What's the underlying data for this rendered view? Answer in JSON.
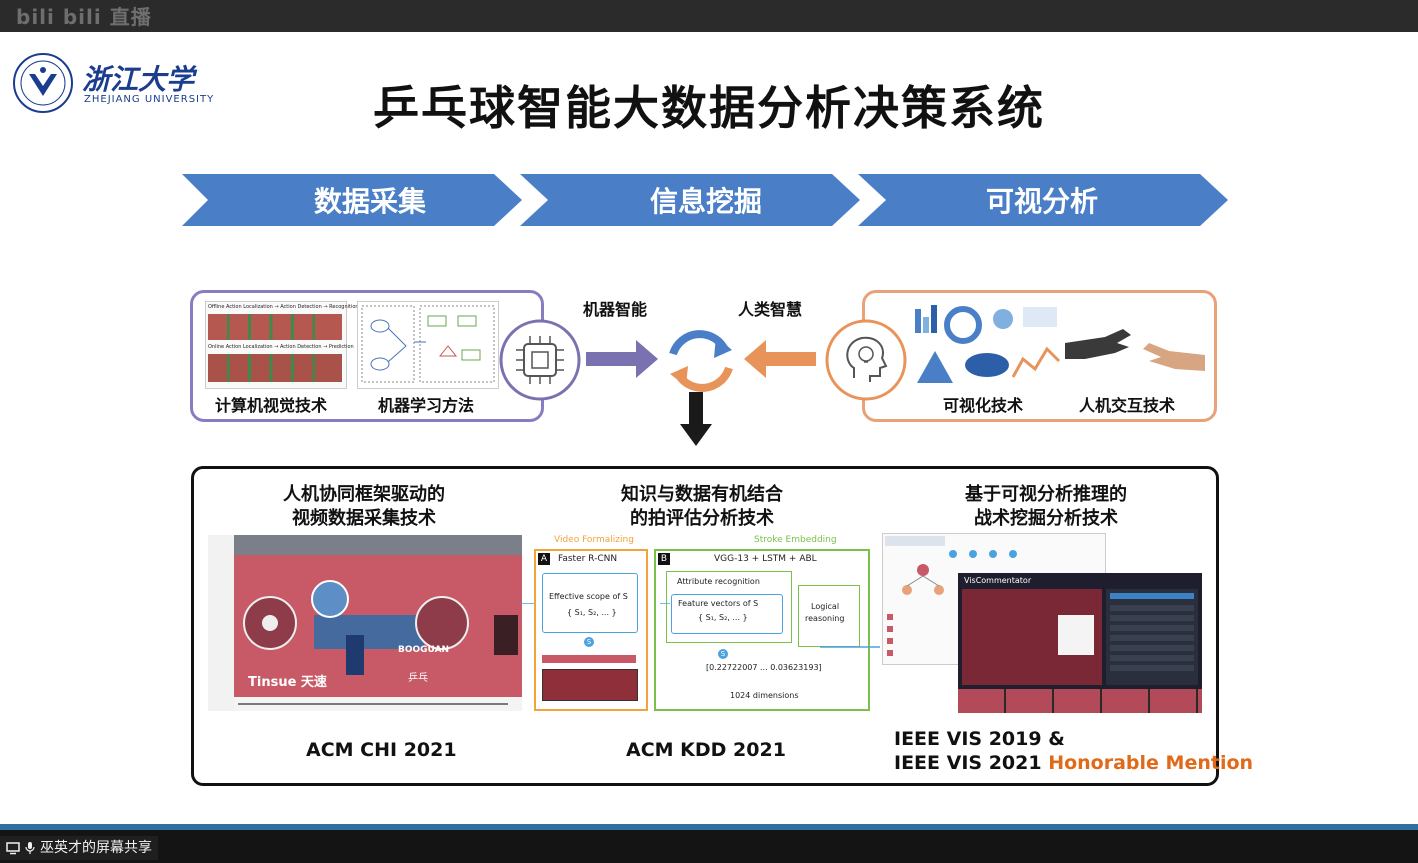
{
  "topbar": {
    "brand": "bili bili 直播"
  },
  "slide": {
    "title": "乒乓球智能大数据分析决策系统",
    "logo": {
      "name_zh": "浙江大学",
      "name_en": "ZHEJIANG UNIVERSITY"
    },
    "pipeline": [
      "数据采集",
      "信息挖掘",
      "可视分析"
    ],
    "left_box": {
      "labels": [
        "计算机视觉技术",
        "机器学习方法"
      ],
      "thumb_caption_1": "Offline Action Localization → Action Detection → Recognition",
      "thumb_caption_2": "Online Action Localization → Action Detection → Prediction"
    },
    "center": {
      "machine": "机器智能",
      "human": "人类智慧"
    },
    "right_box": {
      "labels": [
        "可视化技术",
        "人机交互技术"
      ]
    },
    "columns": [
      {
        "head_line1": "人机协同框架驱动的",
        "head_line2": "视频数据采集技术",
        "venue": "ACM CHI 2021"
      },
      {
        "head_line1": "知识与数据有机结合",
        "head_line2": "的拍评估分析技术",
        "venue": "ACM KDD 2021"
      },
      {
        "head_line1": "基于可视分析推理的",
        "head_line2": "战术挖掘分析技术",
        "venue_line1": "IEEE VIS 2019 &",
        "venue_line2": "IEEE VIS 2021",
        "award": "Honorable Mention"
      }
    ],
    "kdd_figure": {
      "video_formalizing": "Video Formalizing",
      "stroke_embedding": "Stroke Embedding",
      "a_tag": "A",
      "a_title": "Faster R-CNN",
      "a_scope": "Effective scope of S",
      "a_set": "{ S₁, S₂, ... }",
      "b_tag": "B",
      "b_title": "VGG-13 + LSTM + ABL",
      "attr": "Attribute recognition",
      "feat": "Feature vectors of S",
      "b_set": "{ S₁, S₂, ... }",
      "logic_1": "Logical",
      "logic_2": "reasoning",
      "vector": "[0.22722007 ... 0.03623193]",
      "dims": "1024 dimensions",
      "circle": "S"
    },
    "chi_figure": {
      "sign_1": "Tinsue 天速",
      "sign_2": "BOOGUAN",
      "sign_3": "乒乓"
    },
    "vis_figure": {
      "title": "VisCommentator"
    }
  },
  "bottombar": {
    "share_label": "巫英才的屏幕共享"
  },
  "colors": {
    "chevron": "#4a7fc8",
    "left_border": "#8a7cc0",
    "right_border": "#e8a27a",
    "award": "#e06a1a",
    "orange_arrow": "#e8935a",
    "purple_arrow": "#7a72b0"
  }
}
